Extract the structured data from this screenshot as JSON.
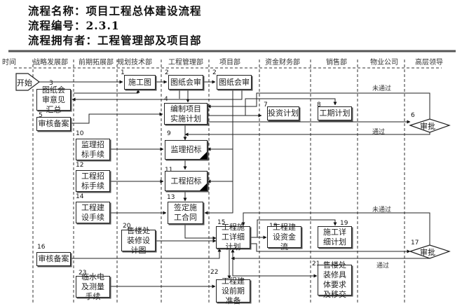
{
  "header": {
    "name_line": "流程名称：项目工程总体建设流程",
    "code_line": "流程编号：2.3.1",
    "owner_line": "流程拥有者：工程管理部及项目部"
  },
  "lanes": [
    "时间",
    "战略发展部",
    "前期拓展部",
    "规划技术部",
    "工程管理部",
    "项目部",
    "资金财务部",
    "销售部",
    "物业公司",
    "高层领导"
  ],
  "start": {
    "label": "开始"
  },
  "steps": {
    "s1": {
      "num": "1",
      "label": "施工图"
    },
    "s2a": {
      "num": "2",
      "label": "图纸会审"
    },
    "s2b": {
      "num": "2",
      "label": "图纸会审"
    },
    "s3": {
      "num": "3",
      "label": "图纸会审意见汇总"
    },
    "s4": {
      "num": "4",
      "label": "编制项目实施计划"
    },
    "s5": {
      "num": "5",
      "label": "审核备案"
    },
    "s6": {
      "num": "6",
      "label": "审批"
    },
    "s7": {
      "num": "7",
      "label": "投资计划"
    },
    "s8": {
      "num": "8",
      "label": "工期计划"
    },
    "s9": {
      "num": "9",
      "label": "监理招标"
    },
    "s10": {
      "num": "10",
      "label": "监理招标手续"
    },
    "s11": {
      "num": "11",
      "label": "工程招标"
    },
    "s12": {
      "num": "12",
      "label": "工程招标手续"
    },
    "s13": {
      "num": "13",
      "label": "签定施工合同"
    },
    "s14": {
      "num": "14",
      "label": "工程建设手续"
    },
    "s15": {
      "num": "15",
      "label": "工程施工详细计划"
    },
    "s16": {
      "num": "16",
      "label": "审核备案"
    },
    "s17": {
      "num": "17",
      "label": "审批"
    },
    "s18": {
      "num": "18",
      "label": "工程建设资金流"
    },
    "s19": {
      "num": "19",
      "label": "施工详细计划"
    },
    "s20": {
      "num": "20",
      "label": "售楼处装修设计图"
    },
    "s21": {
      "num": "21",
      "label": "售楼处装修具体要求及移交"
    },
    "s22": {
      "num": "22",
      "label": "工程建设前期准备"
    },
    "s23": {
      "num": "23",
      "label": "临水电及测量手续"
    }
  },
  "edge_labels": {
    "rejected_1": "未通过",
    "approved_1": "通过",
    "rejected_2": "未通过",
    "approved_2": "通过"
  },
  "colors": {
    "line": "#222222",
    "lane_divider": "#333333",
    "header_rule": "#555555"
  }
}
